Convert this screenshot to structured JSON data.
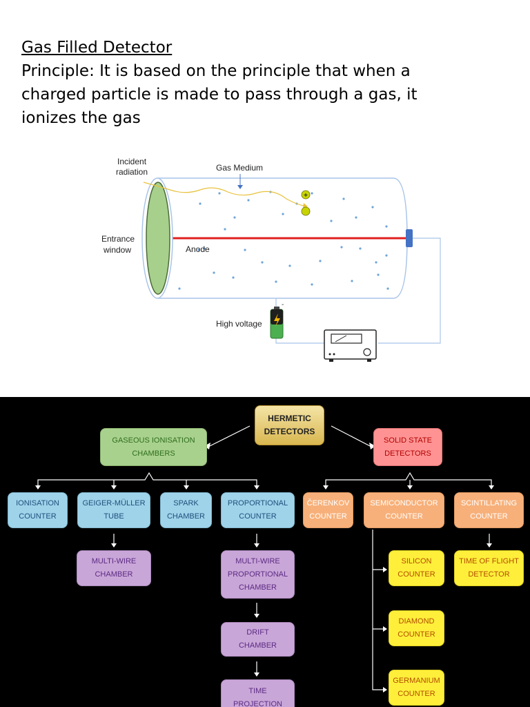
{
  "header": {
    "title": "Gas Filled Detector",
    "principle": "Principle: It is based on the principle that when a charged particle is made to pass through a gas, it ionizes the gas"
  },
  "diagram": {
    "incident_radiation": [
      "Incident",
      "radiation"
    ],
    "gas_medium": "Gas Medium",
    "entrance_window": [
      "Entrance",
      "window"
    ],
    "anode": "Anode",
    "high_voltage": "High voltage",
    "positive_sign": "+",
    "negative_sign": "-",
    "colors": {
      "anode": "#e02020",
      "window": "#a8d08d",
      "tube": "#a9c4e8",
      "particle": "#c8d400"
    }
  },
  "tree": {
    "root": "HERMETIC\nDETECTORS",
    "gaseous": "GASEOUS IONISATION\nCHAMBERS",
    "solid": "SOLID STATE\nDETECTORS",
    "ionisation": "IONISATION\nCOUNTER",
    "geiger": "GEIGER-MÜLLER\nTUBE",
    "spark": "SPARK\nCHAMBER",
    "proportional": "PROPORTIONAL\nCOUNTER",
    "cerenkov": "ČERENKOV\nCOUNTER",
    "semiconductor": "SEMICONDUCTOR\nCOUNTER",
    "scintillating": "SCINTILLATING\nCOUNTER",
    "multiwire": "MULTI-WIRE\nCHAMBER",
    "mwpc": "MULTI-WIRE\nPROPORTIONAL\nCHAMBER",
    "drift": "DRIFT\nCHAMBER",
    "tpc": "TIME\nPROJECTION",
    "silicon": "SILICON\nCOUNTER",
    "diamond": "DIAMOND\nCOUNTER",
    "germanium": "GERMANIUM\nCOUNTER",
    "tof": "TIME OF FLIGHT\nDETECTOR"
  }
}
